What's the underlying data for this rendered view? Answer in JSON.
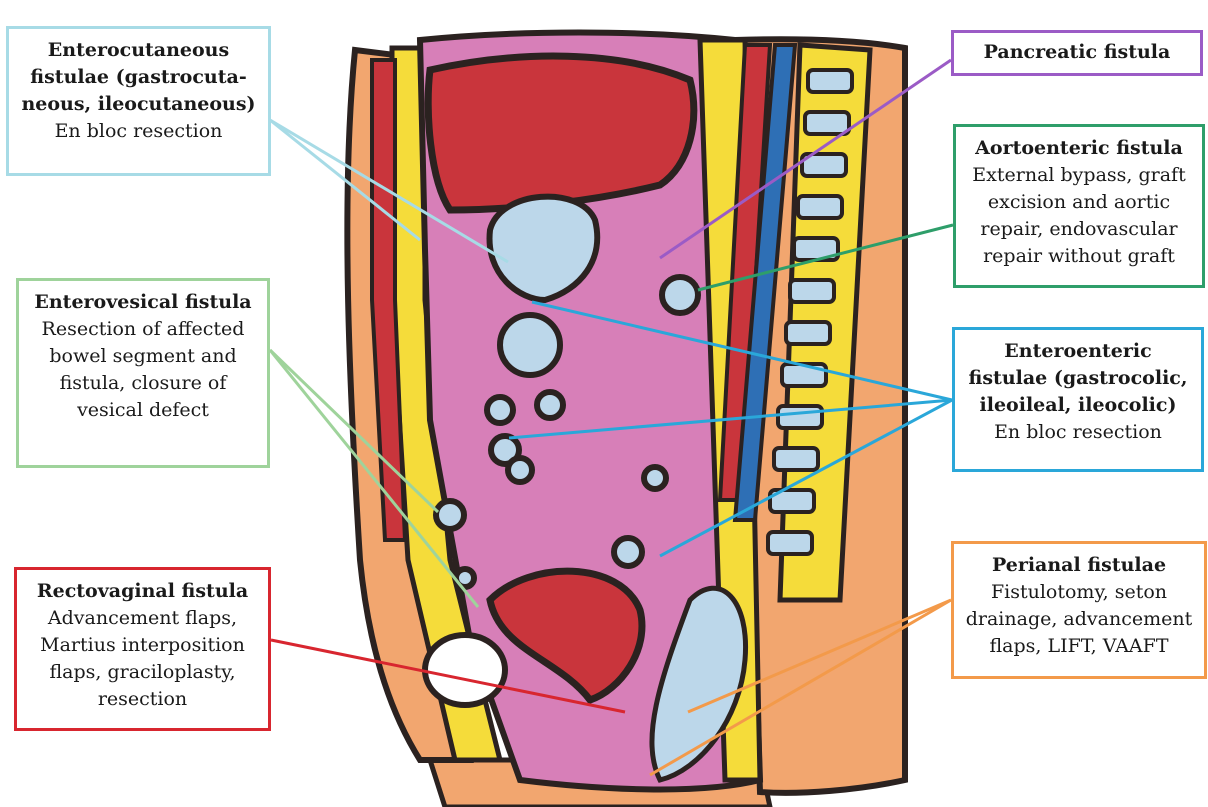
{
  "colors": {
    "enterocutaneous": "#a7dbe6",
    "pancreatic": "#9b5bc6",
    "aortoenteric": "#2e9e6a",
    "enterovesical": "#9fd39b",
    "enteroenteric": "#2aa7d9",
    "rectovaginal": "#d8262f",
    "perianal": "#f39a4a",
    "outline": "#2b2220",
    "mesentery_pink": "#d77fb8",
    "liver_red": "#c9353c",
    "fat_yellow": "#f5dc3a",
    "skin_orange": "#f2a66f",
    "bowel_blue": "#bcd7ea",
    "vessel_blue": "#2e6fb5"
  },
  "labels": {
    "enterocutaneous": {
      "title": "Enterocutaneous fistulae (gastrocuta- neous, ileocutaneous)",
      "text": "En bloc resection"
    },
    "pancreatic": {
      "title": "Pancreatic fistula",
      "text": ""
    },
    "aortoenteric": {
      "title": "Aortoenteric fistula",
      "text": "External bypass, graft excision and aortic repair, endovascular repair without graft"
    },
    "enterovesical": {
      "title": "Enterovesical fistula",
      "text": "Resection of affected bowel segment and fistula, closure of vesical defect"
    },
    "enteroenteric": {
      "title": "Enteroenteric fistulae (gastrocolic, ileoileal, ileocolic)",
      "text": "En bloc resection"
    },
    "rectovaginal": {
      "title": "Rectovaginal fistula",
      "text": "Advancement flaps, Martius interposition flaps, graciloplasty, resection"
    },
    "perianal": {
      "title": "Perianal fistulae",
      "text": "Fistulotomy, seton drainage, advancement flaps, LIFT, VAAFT"
    }
  }
}
